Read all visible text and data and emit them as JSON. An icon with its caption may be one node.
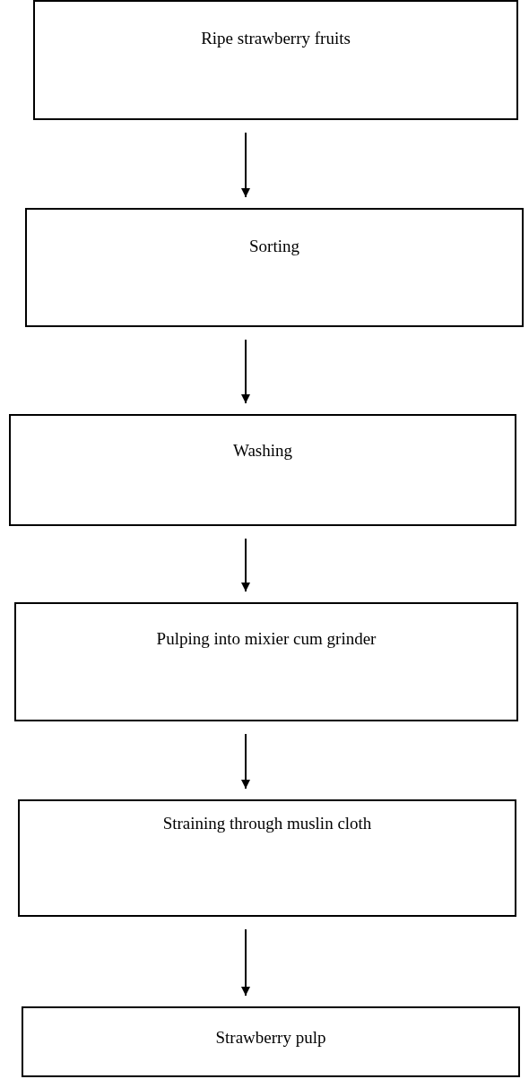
{
  "diagram": {
    "nodes": [
      {
        "text": [
          "Ripe strawberry fruits"
        ]
      },
      {
        "text": [
          "Sorting"
        ]
      },
      {
        "text": [
          "Washing"
        ]
      },
      {
        "text": [
          "Pulping into mixier cum grinder"
        ]
      },
      {
        "text": [
          "Straining through muslin cloth"
        ]
      },
      {
        "text": [
          "Strawberry pulp"
        ]
      }
    ],
    "edges": [
      {
        "from": 0,
        "to": 1,
        "arrow": "to"
      },
      {
        "from": 1,
        "to": 2,
        "arrow": "to"
      },
      {
        "from": 2,
        "to": 3,
        "arrow": "to"
      },
      {
        "from": 3,
        "to": 4,
        "arrow": "to"
      },
      {
        "from": 4,
        "to": 5,
        "arrow": "to"
      }
    ]
  }
}
